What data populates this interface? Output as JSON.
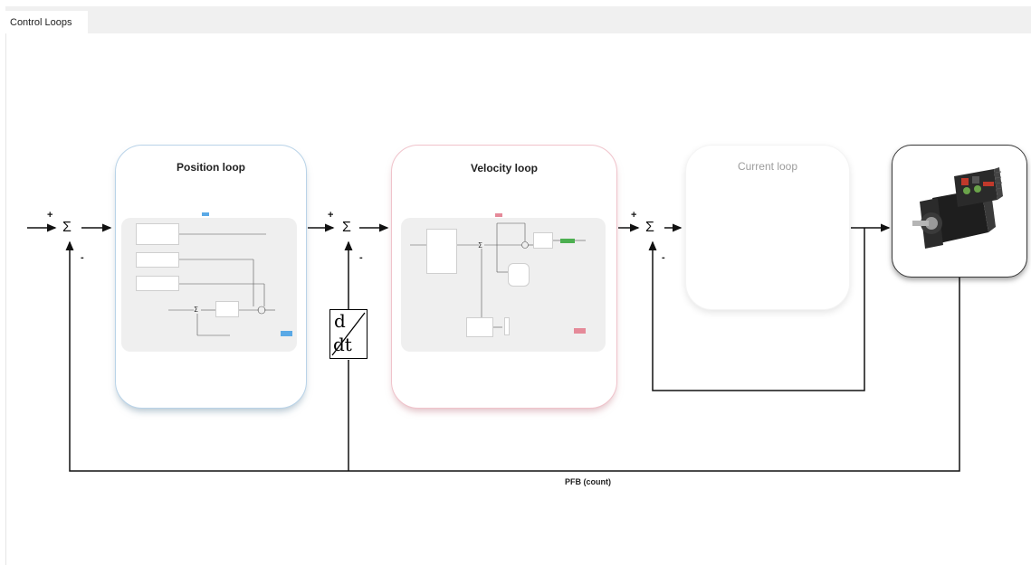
{
  "tab": {
    "label": "Control Loops"
  },
  "loops": {
    "position": {
      "title": "Position loop"
    },
    "velocity": {
      "title": "Velocity loop"
    },
    "current": {
      "title": "Current loop"
    }
  },
  "junctions": {
    "sigma": "Σ",
    "plus": "+",
    "minus": "-"
  },
  "derivative": {
    "numerator": "d",
    "denominator": "dt"
  },
  "feedback_label": "PFB (count)",
  "colors": {
    "position_accent": "#5aa9e6",
    "velocity_accent": "#e58a99",
    "current_title": "#9c9c9c",
    "motor_body": "#1e1e1e",
    "motor_accent": "#c0392b"
  },
  "icons": {
    "motor": "servo-motor-image"
  }
}
